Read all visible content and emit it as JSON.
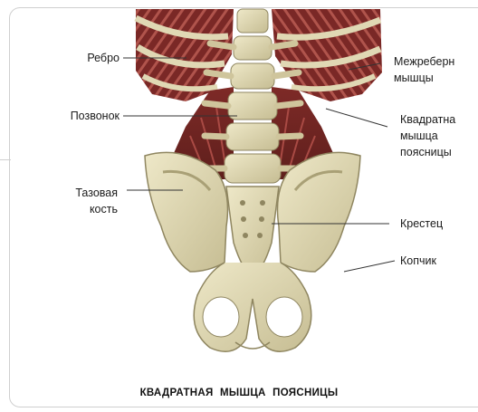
{
  "caption": "КВАДРАТНАЯ МЫШЦА ПОЯСНИЦЫ",
  "labels": {
    "rib": "Ребро",
    "vertebra": "Позвонок",
    "pelvic_line1": "Тазовая",
    "pelvic_line2": "кость",
    "intercostal_line1": "Межреберн",
    "intercostal_line2": "мышцы",
    "quadratus_line1": "Квадратна",
    "quadratus_line2": "мышца",
    "quadratus_line3": "поясницы",
    "sacrum": "Крестец",
    "coccyx": "Копчик"
  },
  "colors": {
    "bone": "#ddd6b2",
    "bone_shadow": "#a9a076",
    "muscle": "#8a2e2b",
    "muscle_light": "#b0544c",
    "leader_line": "#333333"
  }
}
